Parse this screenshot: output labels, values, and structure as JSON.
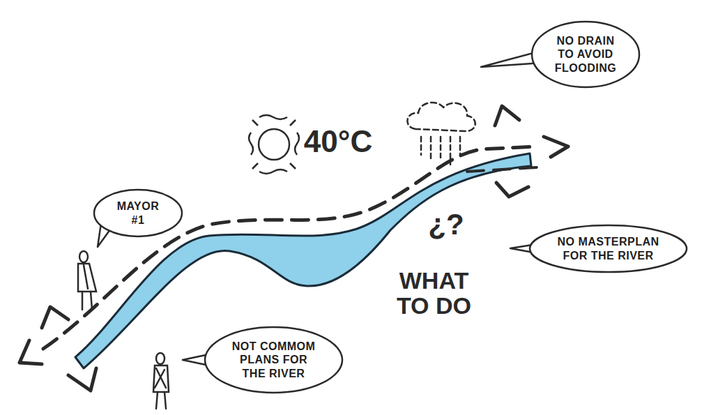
{
  "diagram": {
    "nodes": [
      {
        "text": [
          "NO DRAIN TO AVOID FLOODING"
        ]
      },
      {
        "text": [
          "MAYOR #1"
        ]
      },
      {
        "text": [
          "NO MASTERPLAN FOR THE RIVER"
        ]
      },
      {
        "text": [
          "NOT COMMOM PLANS FOR THE RIVER"
        ]
      }
    ],
    "labels": [
      "40°C",
      "¿?",
      "WHAT TO DO"
    ]
  }
}
